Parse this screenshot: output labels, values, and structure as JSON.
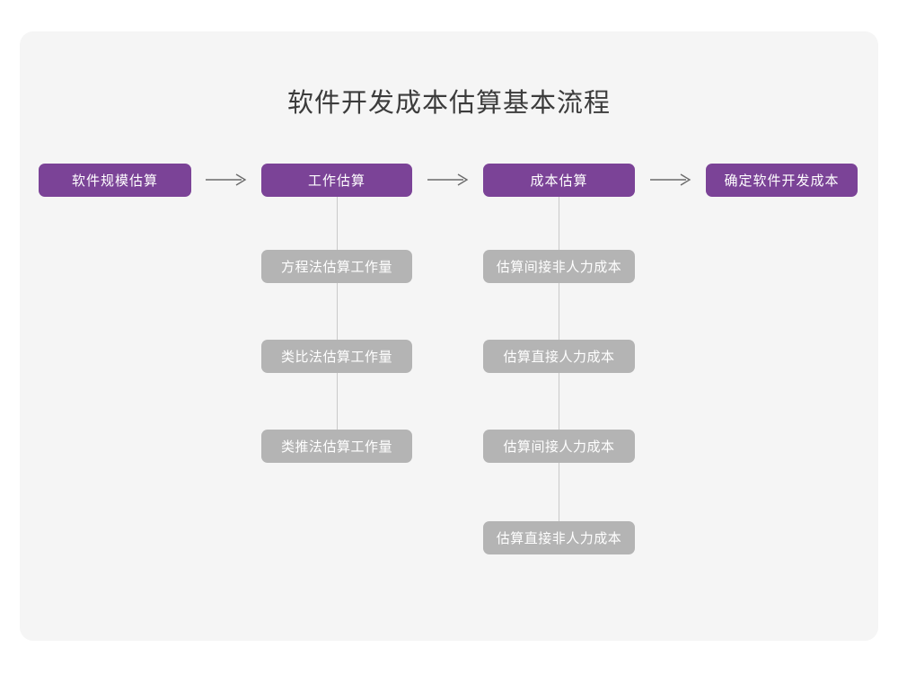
{
  "page": {
    "background": "#ffffff",
    "card_background": "#f5f5f5"
  },
  "title": "软件开发成本估算基本流程",
  "colors": {
    "primary": "#7b4397",
    "secondary": "#b4b4b4",
    "title_text": "#3c3c3c",
    "node_text": "#ffffff",
    "connector": "#c9c9c9",
    "arrow": "#6b6b6b"
  },
  "flow": {
    "main_steps": [
      {
        "id": "step-1",
        "label": "软件规模估算"
      },
      {
        "id": "step-2",
        "label": "工作估算"
      },
      {
        "id": "step-3",
        "label": "成本估算"
      },
      {
        "id": "step-4",
        "label": "确定软件开发成本"
      }
    ],
    "arrows": [
      {
        "id": "arrow-1",
        "from": "step-1",
        "to": "step-2",
        "glyph": "right-arrow-icon"
      },
      {
        "id": "arrow-2",
        "from": "step-2",
        "to": "step-3",
        "glyph": "right-arrow-icon"
      },
      {
        "id": "arrow-3",
        "from": "step-3",
        "to": "step-4",
        "glyph": "right-arrow-icon"
      }
    ],
    "branches": [
      {
        "parent": "step-2",
        "parent_label": "工作估算",
        "items": [
          "方程法估算工作量",
          "类比法估算工作量",
          "类推法估算工作量"
        ]
      },
      {
        "parent": "step-3",
        "parent_label": "成本估算",
        "items": [
          "估算间接非人力成本",
          "估算直接人力成本",
          "估算间接人力成本",
          "估算直接非人力成本"
        ]
      }
    ]
  }
}
